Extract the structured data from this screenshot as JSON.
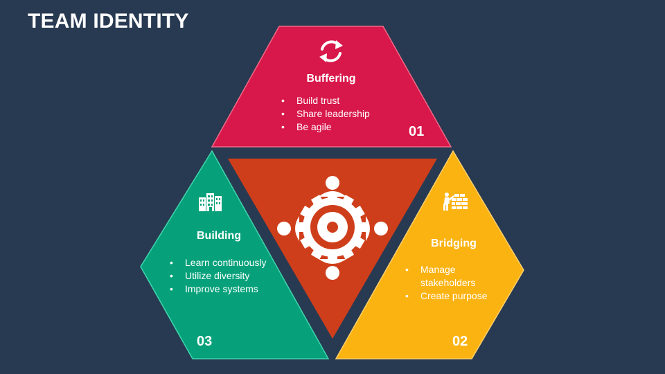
{
  "title": "TEAM IDENTITY",
  "colors": {
    "background": "#283a52",
    "top": "#d8174a",
    "left": "#06a17a",
    "right": "#fbb312",
    "center": "#cf3e1b"
  },
  "panels": [
    {
      "id": "buffering",
      "title": "Buffering",
      "number": "01",
      "icon": "refresh-icon",
      "bullets": [
        "Build trust",
        "Share leadership",
        "Be agile"
      ]
    },
    {
      "id": "bridging",
      "title": "Bridging",
      "number": "02",
      "icon": "bridge-builder-icon",
      "bullets": [
        "Manage stakeholders",
        "Create purpose"
      ]
    },
    {
      "id": "building",
      "title": "Building",
      "number": "03",
      "icon": "buildings-icon",
      "bullets": [
        "Learn continuously",
        "Utilize diversity",
        "Improve systems"
      ]
    }
  ],
  "center_icon": "team-gear-icon"
}
